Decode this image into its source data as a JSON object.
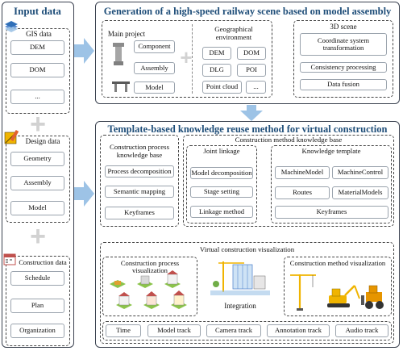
{
  "input": {
    "title": "Input data",
    "gis": {
      "label": "GIS data",
      "items": [
        "DEM",
        "DOM",
        "..."
      ]
    },
    "design": {
      "label": "Design data",
      "items": [
        "Geometry",
        "Assembly",
        "Model"
      ]
    },
    "construction": {
      "label": "Construction data",
      "items": [
        "Schedule",
        "Plan",
        "Organization"
      ]
    }
  },
  "top": {
    "title": "Generation of a high-speed railway scene based on model assembly",
    "main_project": {
      "label": "Main project",
      "steps": [
        "Component",
        "Assembly",
        "Model"
      ]
    },
    "geo": {
      "label": "Geographical environment",
      "items": [
        "DEM",
        "DOM",
        "DLG",
        "POI",
        "Point cloud",
        "..."
      ]
    },
    "scene": {
      "label": "3D scene",
      "steps": [
        "Coordinate system transformation",
        "Consistency processing",
        "Data fusion"
      ]
    }
  },
  "bottom": {
    "title": "Template-based knowledge reuse method for virtual construction",
    "process_kb": {
      "label": "Construction process knowledge base",
      "steps": [
        "Process decomposition",
        "Semantic mapping",
        "Keyframes"
      ]
    },
    "method_kb": {
      "label": "Construction method knowledge base",
      "joint": {
        "label": "Joint linkage",
        "steps": [
          "Model decomposition",
          "Stage setting",
          "Linkage method"
        ]
      },
      "template": {
        "label": "Knowledge template",
        "items": [
          "MachineModel",
          "MachineControl",
          "Routes",
          "MaterialModels"
        ],
        "keyframes": "Keyframes"
      }
    },
    "viz": {
      "label": "Virtual construction visualization",
      "process_label": "Construction process visualization",
      "method_label": "Construction method visualization",
      "integration": "Integration",
      "tracks": [
        "Time",
        "Model track",
        "Camera track",
        "Annotation track",
        "Audio track"
      ]
    }
  },
  "colors": {
    "title": "#1f4e79",
    "arrow": "#9dc3e6",
    "panel_border": "#3b4250"
  }
}
